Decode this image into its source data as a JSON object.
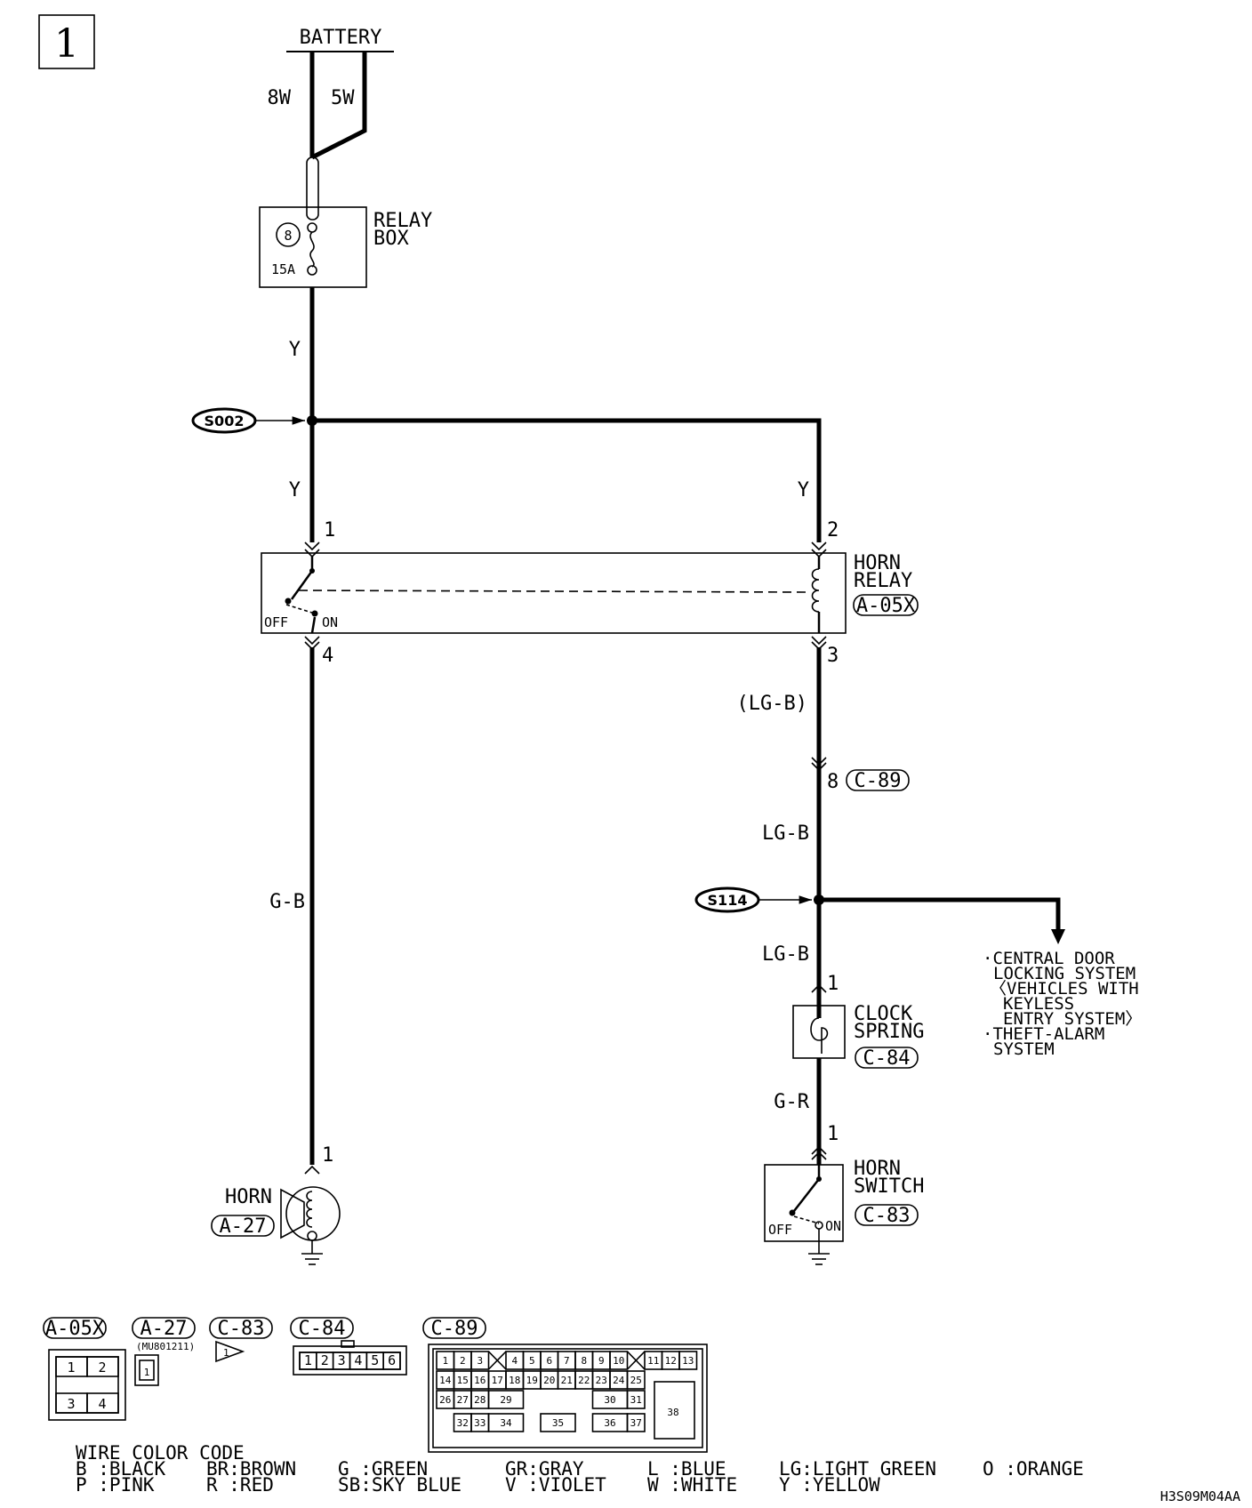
{
  "page_number": "1",
  "battery": {
    "label": "BATTERY",
    "wire_left": "8W",
    "wire_right": "5W"
  },
  "relay_box": {
    "line1": "RELAY",
    "line2": "BOX",
    "fuse_no": "8",
    "fuse_amp": "15A"
  },
  "splices": {
    "s002": "S002",
    "s114": "S114"
  },
  "wire_colors": {
    "y_top": "Y",
    "y_left": "Y",
    "y_right": "Y",
    "gb": "G-B",
    "lgb_paren": "(LG-B)",
    "lgb_mid": "LG-B",
    "lgb_low": "LG-B",
    "gr": "G-R"
  },
  "horn_relay": {
    "line1": "HORN",
    "line2": "RELAY",
    "connector": "A-05X",
    "pin1": "1",
    "pin2": "2",
    "pin3": "3",
    "pin4": "4",
    "off": "OFF",
    "on": "ON"
  },
  "connector_c89": {
    "pin": "8",
    "name": "C-89"
  },
  "clock_spring": {
    "line1": "CLOCK",
    "line2": "SPRING",
    "connector": "C-84",
    "pin": "1"
  },
  "horn_switch": {
    "line1": "HORN",
    "line2": "SWITCH",
    "connector": "C-83",
    "pin": "1",
    "off": "OFF",
    "on": "ON"
  },
  "horn": {
    "label": "HORN",
    "connector": "A-27",
    "pin": "1"
  },
  "branch_note": {
    "line1": "·CENTRAL DOOR",
    "line2": "LOCKING SYSTEM",
    "line3": "〈VEHICLES WITH",
    "line4": "KEYLESS",
    "line5": "ENTRY SYSTEM〉",
    "line6": "·THEFT-ALARM",
    "line7": "SYSTEM"
  },
  "connectors_views": {
    "a05x": {
      "name": "A-05X",
      "pins": [
        "1",
        "2",
        "3",
        "4"
      ]
    },
    "a27": {
      "name": "A-27",
      "part": "(MU801211)",
      "pin": "1",
      "arrow_pin": "1"
    },
    "c83": {
      "name": "C-83"
    },
    "c84": {
      "name": "C-84",
      "pins": [
        "1",
        "2",
        "3",
        "4",
        "5",
        "6"
      ]
    },
    "c89": {
      "name": "C-89",
      "row1": [
        "1",
        "2",
        "3",
        "4",
        "5",
        "6",
        "7",
        "8",
        "9",
        "10",
        "11",
        "12",
        "13"
      ],
      "row2": [
        "14",
        "15",
        "16",
        "17",
        "18",
        "19",
        "20",
        "21",
        "22",
        "23",
        "24",
        "25"
      ],
      "row3": [
        "26",
        "27",
        "28",
        "29",
        "30",
        "31"
      ],
      "row4": [
        "32",
        "33",
        "34",
        "35",
        "36",
        "37"
      ],
      "big": "38"
    }
  },
  "legend": {
    "title": "WIRE COLOR CODE",
    "row1": [
      "B :BLACK",
      "BR:BROWN",
      "G :GREEN",
      "GR:GRAY",
      "L :BLUE",
      "LG:LIGHT GREEN",
      "O :ORANGE"
    ],
    "row2": [
      "P :PINK",
      "R :RED",
      "SB:SKY BLUE",
      "V :VIOLET",
      "W :WHITE",
      "Y :YELLOW"
    ]
  },
  "figure_code": "H3S09M04AA"
}
